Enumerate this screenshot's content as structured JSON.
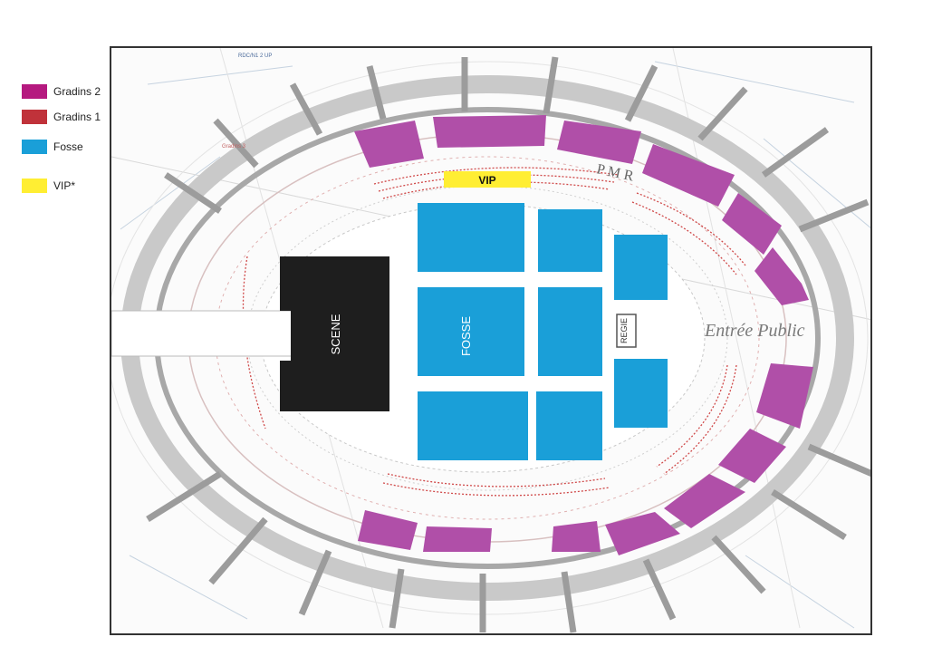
{
  "legend": [
    {
      "label": "Gradins 2",
      "color": "#b5197f"
    },
    {
      "label": "Gradins 1",
      "color": "#c0323a"
    },
    {
      "label": "Fosse",
      "color": "#1a9fd8"
    },
    {
      "label": "VIP*",
      "color": "#ffee33"
    }
  ],
  "map": {
    "stage_label": "SCENE",
    "floor_label": "FOSSE",
    "vip_label": "VIP",
    "control_label": "REGIE",
    "entrance_label": "Entrée Public",
    "pmr_label": "P M R",
    "plan_note": "RDC/N1 2 UP",
    "gradins_note": "Gradins 3"
  },
  "colors": {
    "gradins2": "#b04fa8",
    "fosse": "#1a9fd8",
    "vip": "#ffee33",
    "stage": "#1e1e1e",
    "structure": "#9a9a9a",
    "seat": "#d04a4a"
  }
}
